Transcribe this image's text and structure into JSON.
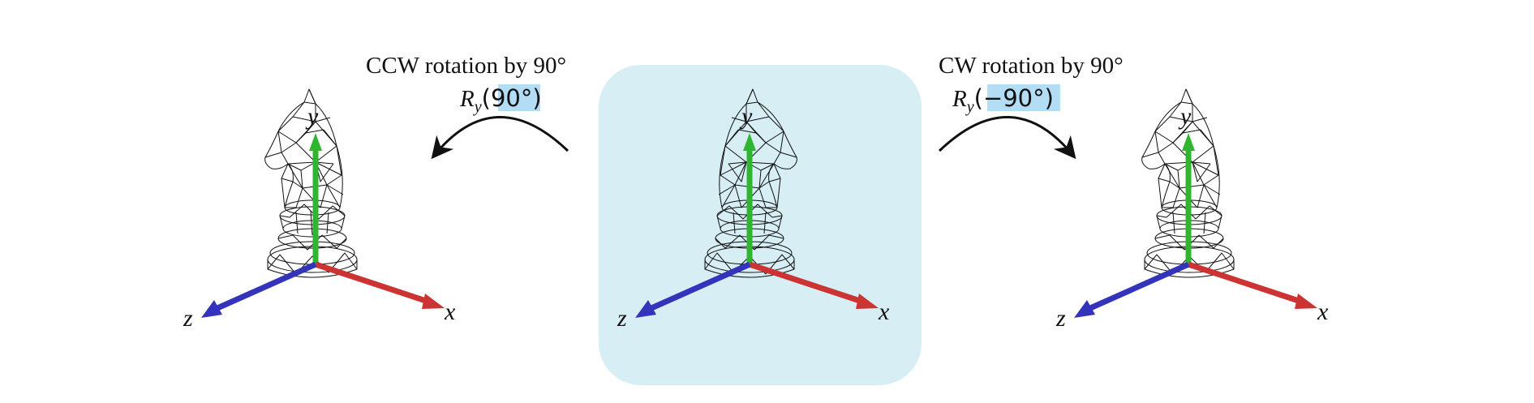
{
  "colors": {
    "panel_bg": "#d6eef4",
    "highlight": "#b3dcf5",
    "x_axis": "#cc3333",
    "y_axis": "#2fb52f",
    "z_axis": "#3333bb",
    "wire": "#111111",
    "arrow": "#111111"
  },
  "icons": {
    "piece": "chess-knight-wireframe"
  },
  "left": {
    "caption": "CCW rotation by 90°",
    "op_letter": "R",
    "op_sub": "y",
    "op_open": "(",
    "op_angle": "90°",
    "op_close": ")"
  },
  "right": {
    "caption": "CW rotation by 90°",
    "op_letter": "R",
    "op_sub": "y",
    "op_open": "(",
    "op_angle": "−90°",
    "op_close": ")"
  },
  "axes": {
    "x": "x",
    "y": "y",
    "z": "z"
  }
}
